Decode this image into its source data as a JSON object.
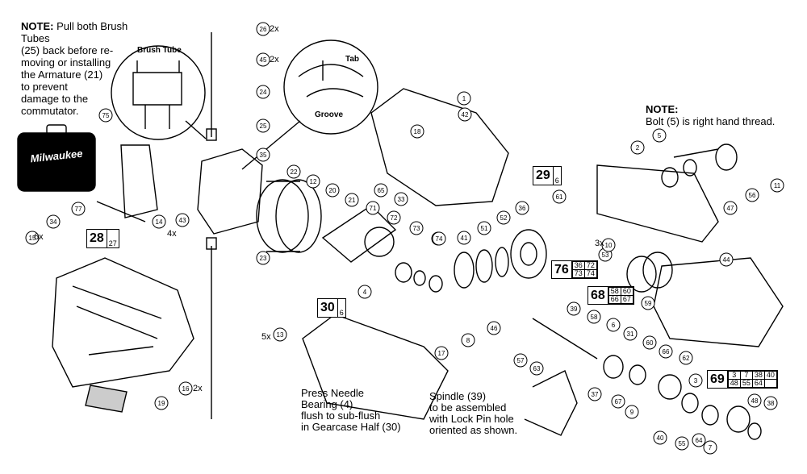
{
  "notes": {
    "brush_tubes": {
      "label": "NOTE:",
      "lines": [
        "Pull both Brush Tubes",
        "(25) back before re-",
        "moving or installing",
        "the Armature (21)",
        "to prevent",
        "damage to the",
        "commutator."
      ]
    },
    "bolt": {
      "label": "NOTE:",
      "text": "Bolt (5) is right hand thread."
    }
  },
  "callouts": {
    "brush_tube": "Brush Tube",
    "tab": "Tab",
    "groove": "Groove"
  },
  "instructions": {
    "needle_bearing": [
      "Press Needle",
      "Bearing (4)",
      "flush to sub-flush",
      "in Gearcase Half (30)"
    ],
    "spindle": [
      "Spindle (39)",
      "to be assembled",
      "with Lock Pin hole",
      "oriented as shown."
    ]
  },
  "brand_logo": "Milwaukee",
  "assembly_boxes": [
    {
      "id": "28",
      "sub": "27"
    },
    {
      "id": "29",
      "sub": "6"
    },
    {
      "id": "30",
      "sub": "6"
    }
  ],
  "kit_boxes": [
    {
      "id": "76",
      "subs": [
        [
          "36",
          "72"
        ],
        [
          "73",
          "74"
        ]
      ]
    },
    {
      "id": "68",
      "subs": [
        [
          "58",
          "60"
        ],
        [
          "66",
          "67"
        ]
      ]
    },
    {
      "id": "69",
      "subs": [
        [
          "3",
          "7",
          "38",
          "40"
        ],
        [
          "48",
          "55",
          "64"
        ]
      ]
    }
  ],
  "quantity_labels": {
    "q26": "2x",
    "q45": "2x",
    "q15": "6x",
    "q14": "4x",
    "q13": "5x",
    "q16": "2x",
    "q10": "3x"
  },
  "parts": [
    "1",
    "2",
    "3",
    "4",
    "5",
    "6",
    "7",
    "8",
    "9",
    "11",
    "12",
    "13",
    "14",
    "15",
    "16",
    "17",
    "18",
    "19",
    "20",
    "21",
    "22",
    "23",
    "24",
    "25",
    "26",
    "31",
    "33",
    "34",
    "35",
    "36",
    "37",
    "38",
    "39",
    "40",
    "41",
    "42",
    "43",
    "44",
    "45",
    "46",
    "47",
    "48",
    "51",
    "52",
    "53",
    "54",
    "55",
    "56",
    "57",
    "58",
    "59",
    "60",
    "61",
    "62",
    "63",
    "64",
    "65",
    "66",
    "67",
    "71",
    "72",
    "73",
    "74",
    "75",
    "77",
    "10"
  ]
}
